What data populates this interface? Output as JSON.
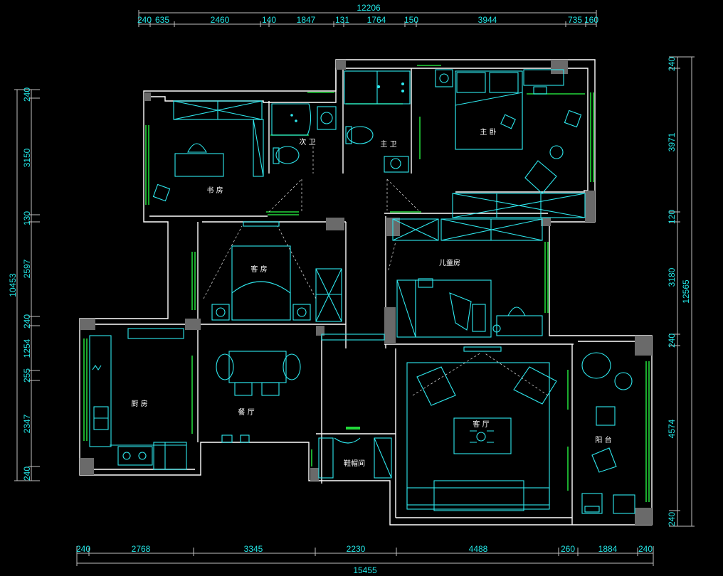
{
  "dims": {
    "top_total": "12206",
    "top": [
      "240",
      "635",
      "2460",
      "140",
      "1847",
      "131",
      "1764",
      "150",
      "3944",
      "735",
      "160"
    ],
    "bottom_total": "15455",
    "bottom": [
      "240",
      "2768",
      "3345",
      "2230",
      "4488",
      "260",
      "1884",
      "240"
    ],
    "left_total": "10453",
    "left": [
      "240",
      "3150",
      "130",
      "2597",
      "240",
      "1254",
      "255",
      "2347",
      "240"
    ],
    "right_total": "12565",
    "right": [
      "240",
      "3971",
      "120",
      "3180",
      "240",
      "4574",
      "240"
    ]
  },
  "rooms": {
    "study": "书 房",
    "second_bath": "次 卫",
    "master_bath": "主 卫",
    "master_bedroom": "主 卧",
    "guest_room": "客 房",
    "kids_room": "儿童房",
    "kitchen": "厨 房",
    "dining": "餐 厅",
    "living": "客 厅",
    "balcony": "阳 台",
    "cloakroom": "鞋帽间"
  },
  "colors": {
    "background": "#000000",
    "dimension_text": "#23e6e6",
    "wall": "#e6e6e6",
    "window": "#22d83a",
    "furniture": "#2ee8ee"
  }
}
